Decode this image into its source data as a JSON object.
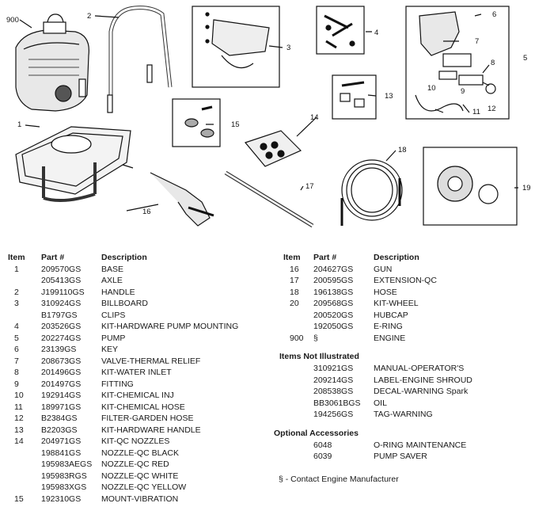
{
  "callouts": [
    "900",
    "1",
    "2",
    "3",
    "4",
    "5",
    "6",
    "7",
    "8",
    "9",
    "10",
    "11",
    "12",
    "13",
    "14",
    "15",
    "16",
    "17",
    "18",
    "19"
  ],
  "headers": {
    "item": "Item",
    "part": "Part #",
    "desc": "Description"
  },
  "left_rows": [
    {
      "item": "1",
      "part": "209570GS",
      "desc": "BASE"
    },
    {
      "item": "",
      "part": "205413GS",
      "desc": "AXLE"
    },
    {
      "item": "2",
      "part": "J199110GS",
      "desc": "HANDLE"
    },
    {
      "item": "3",
      "part": "310924GS",
      "desc": "BILLBOARD"
    },
    {
      "item": "",
      "part": "B1797GS",
      "desc": "CLIPS"
    },
    {
      "item": "4",
      "part": "203526GS",
      "desc": "KIT-HARDWARE PUMP MOUNTING"
    },
    {
      "item": "5",
      "part": "202274GS",
      "desc": "PUMP"
    },
    {
      "item": "6",
      "part": "23139GS",
      "desc": "KEY"
    },
    {
      "item": "7",
      "part": "208673GS",
      "desc": "VALVE-THERMAL RELIEF"
    },
    {
      "item": "8",
      "part": "201496GS",
      "desc": "KIT-WATER INLET"
    },
    {
      "item": "9",
      "part": "201497GS",
      "desc": "FITTING"
    },
    {
      "item": "10",
      "part": "192914GS",
      "desc": "KIT-CHEMICAL INJ"
    },
    {
      "item": "11",
      "part": "189971GS",
      "desc": "KIT-CHEMICAL HOSE"
    },
    {
      "item": "12",
      "part": "B2384GS",
      "desc": "FILTER-GARDEN HOSE"
    },
    {
      "item": "13",
      "part": "B2203GS",
      "desc": "KIT-HARDWARE HANDLE"
    },
    {
      "item": "14",
      "part": "204971GS",
      "desc": "KIT-QC NOZZLES"
    },
    {
      "item": "",
      "part": "198841GS",
      "desc": "NOZZLE-QC BLACK"
    },
    {
      "item": "",
      "part": "195983AEGS",
      "desc": "NOZZLE-QC RED"
    },
    {
      "item": "",
      "part": "195983RGS",
      "desc": "NOZZLE-QC WHITE"
    },
    {
      "item": "",
      "part": "195983XGS",
      "desc": "NOZZLE-QC YELLOW"
    },
    {
      "item": "15",
      "part": "192310GS",
      "desc": "MOUNT-VIBRATION"
    }
  ],
  "right_rows": [
    {
      "item": "16",
      "part": "204627GS",
      "desc": "GUN"
    },
    {
      "item": "17",
      "part": "200595GS",
      "desc": "EXTENSION-QC"
    },
    {
      "item": "18",
      "part": "196138GS",
      "desc": "HOSE"
    },
    {
      "item": "20",
      "part": "209568GS",
      "desc": "KIT-WHEEL"
    },
    {
      "item": "",
      "part": "200520GS",
      "desc": "HUBCAP"
    },
    {
      "item": "",
      "part": "192050GS",
      "desc": "E-RING"
    },
    {
      "item": "900",
      "part": "§",
      "desc": "ENGINE"
    }
  ],
  "not_illustrated": {
    "title": "Items Not Illustrated",
    "rows": [
      {
        "part": "310921GS",
        "desc": "MANUAL-OPERATOR'S"
      },
      {
        "part": "209214GS",
        "desc": "LABEL-ENGINE SHROUD"
      },
      {
        "part": "208538GS",
        "desc": "DECAL-WARNING Spark"
      },
      {
        "part": "BB3061BGS",
        "desc": "OIL"
      },
      {
        "part": "194256GS",
        "desc": "TAG-WARNING"
      }
    ]
  },
  "optional": {
    "title": "Optional Accessories",
    "rows": [
      {
        "part": "6048",
        "desc": "O-RING MAINTENANCE"
      },
      {
        "part": "6039",
        "desc": "PUMP SAVER"
      }
    ]
  },
  "footnote": "§ - Contact Engine Manufacturer"
}
